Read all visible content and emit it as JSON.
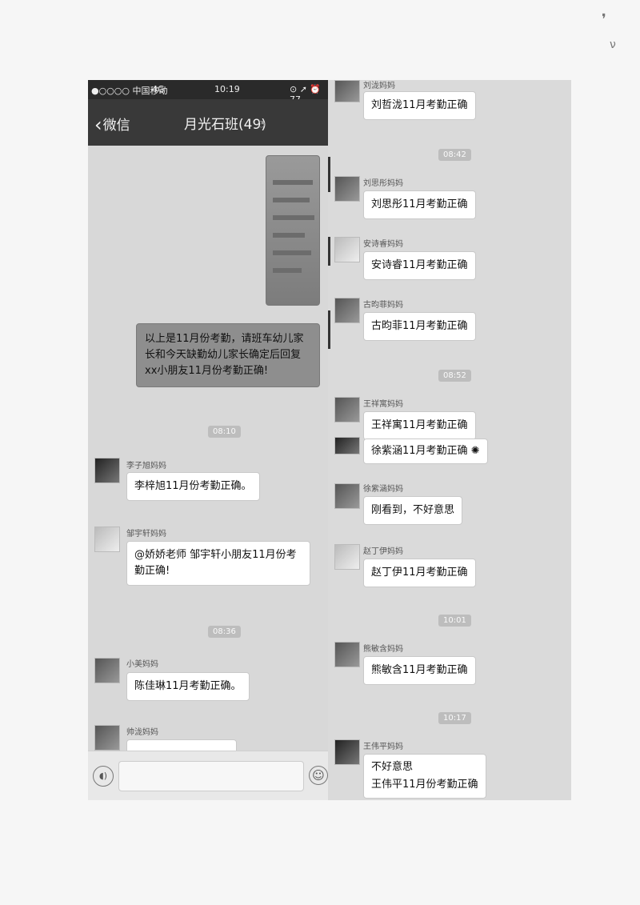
{
  "status_bar": {
    "carrier": "●○○○○ 中国移动",
    "network": "4G",
    "time": "10:19",
    "icons": "⊙ ➚ ⏰ 77"
  },
  "nav": {
    "back_label": "微信",
    "title": "月光石班(49)"
  },
  "left_messages": {
    "announcement": "以上是11月份考勤，请班车幼儿家长和今天缺勤幼儿家长确定后回复xx小朋友11月份考勤正确!",
    "time1": "08:10",
    "m1": {
      "nick": "李子旭妈妈",
      "text": "李梓旭11月份考勤正确。"
    },
    "m2": {
      "nick": "邹宇轩妈妈",
      "text": "@娇娇老师 邹宇轩小朋友11月份考勤正确!"
    },
    "time2": "08:36",
    "m3": {
      "nick": "小美妈妈",
      "text": "陈佳琳11月考勤正确。"
    },
    "m4": {
      "nick": "帅泷妈妈",
      "text": ""
    }
  },
  "right_messages": {
    "r0": {
      "nick": "刘泷妈妈",
      "text": "刘哲泷11月考勤正确"
    },
    "time1": "08:42",
    "r1": {
      "nick": "刘思彤妈妈",
      "text": "刘思彤11月考勤正确"
    },
    "r2": {
      "nick": "安诗睿妈妈",
      "text": "安诗睿11月考勤正确"
    },
    "r3": {
      "nick": "古昀菲妈妈",
      "text": "古昀菲11月考勤正确"
    },
    "time2": "08:52",
    "r4": {
      "nick": "王祥寓妈妈",
      "text": "王祥寓11月考勤正确"
    },
    "r5": {
      "text": "徐紫涵11月考勤正确"
    },
    "r6": {
      "nick": "徐紫涵妈妈",
      "text": "刚看到，不好意思"
    },
    "r7": {
      "nick": "赵丁伊妈妈",
      "text": "赵丁伊11月考勤正确"
    },
    "time3": "10:01",
    "r8": {
      "nick": "熊敏含妈妈",
      "text": "熊敏含11月考勤正确"
    },
    "time4": "10:17",
    "r9": {
      "nick": "王伟平妈妈",
      "line1": "不好意思",
      "line2": "王伟平11月份考勤正确"
    }
  }
}
